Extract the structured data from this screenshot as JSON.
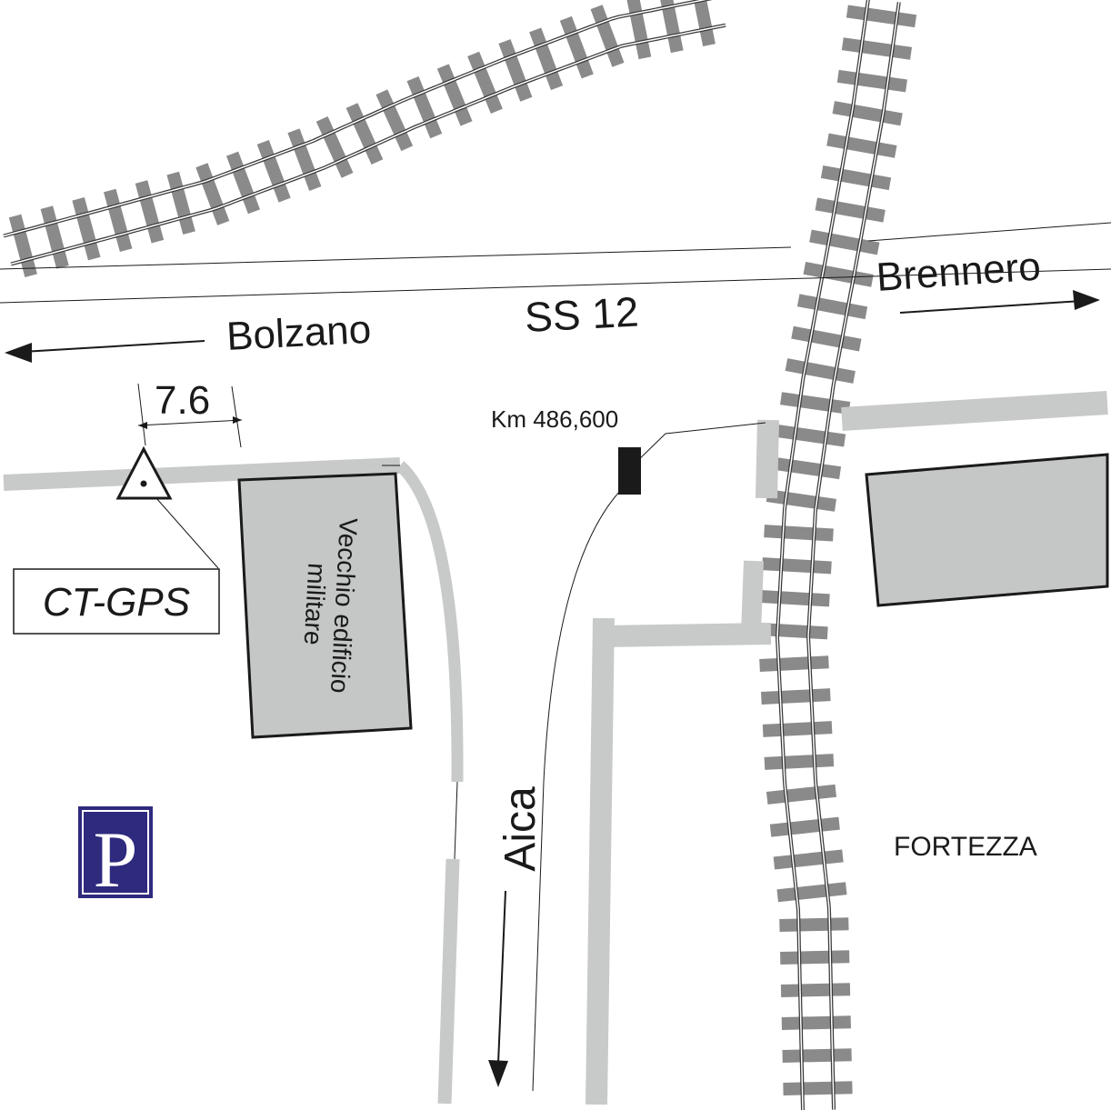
{
  "labels": {
    "bolzano": "Bolzano",
    "ss12": "SS 12",
    "brennero": "Brennero",
    "distance": "7.6",
    "km": "Km 486,600",
    "building": [
      "Vecchio edificio",
      "militare"
    ],
    "ct_gps": "CT-GPS",
    "aica": "Aica",
    "fortezza": "FORTEZZA",
    "parking": "P"
  },
  "colors": {
    "ink": "#1a1a1a",
    "road_gray": "#c8c9c9",
    "building_fill": "#c5c6c6",
    "sleeper_gray": "#8a8a8a",
    "parking_blue": "#2e2a7e"
  },
  "icons": [
    "rail-track-icon",
    "gps-benchmark-icon",
    "parking-icon",
    "arrow-left-icon",
    "arrow-right-icon",
    "arrow-down-icon"
  ]
}
